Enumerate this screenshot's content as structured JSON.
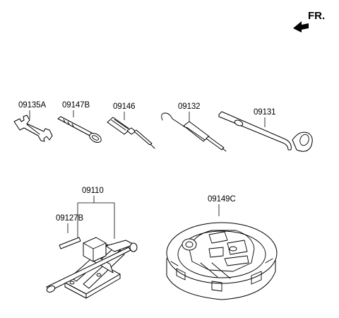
{
  "direction": {
    "label": "FR.",
    "arrow_icon": "front-direction-arrow-icon"
  },
  "parts": {
    "p09135A": "09135A",
    "p09147B": "09147B",
    "p09146": "09146",
    "p09132": "09132",
    "p09131": "09131",
    "p09110": "09110",
    "p09127B": "09127B",
    "p09149C": "09149C"
  },
  "illustrations": [
    "spanner-icon",
    "eye-bolt-icon",
    "screwdriver-icon",
    "hook-handle-icon",
    "wheel-wrench-icon",
    "scissor-jack-icon",
    "jack-handle-bar-icon",
    "tool-tray-icon"
  ]
}
